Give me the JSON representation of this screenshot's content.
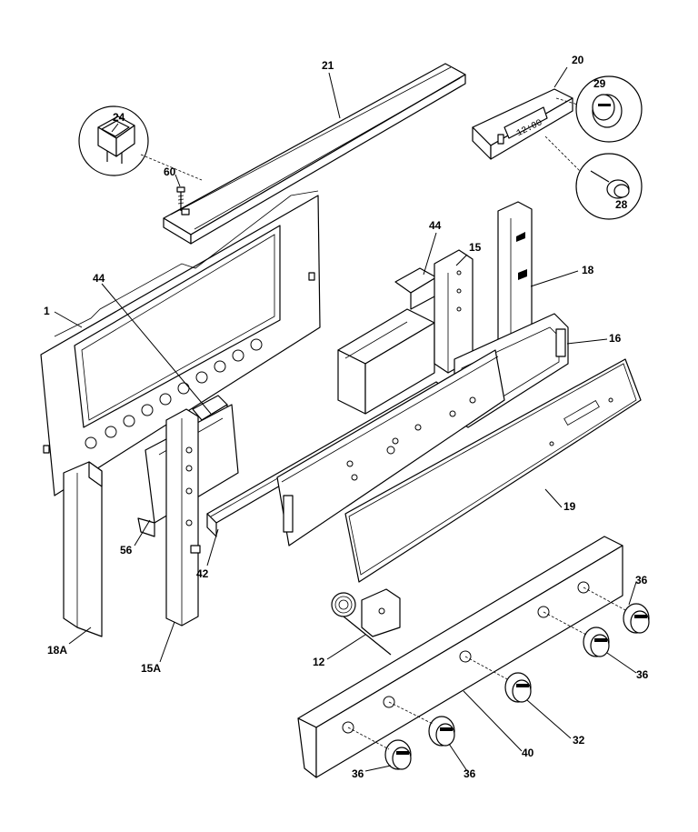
{
  "callouts": [
    {
      "id": "c21",
      "text": "21"
    },
    {
      "id": "c20",
      "text": "20"
    },
    {
      "id": "c29",
      "text": "29"
    },
    {
      "id": "c24",
      "text": "24"
    },
    {
      "id": "c28",
      "text": "28"
    },
    {
      "id": "c60",
      "text": "60"
    },
    {
      "id": "c44a",
      "text": "44"
    },
    {
      "id": "c44b",
      "text": "44"
    },
    {
      "id": "c15",
      "text": "15"
    },
    {
      "id": "c18",
      "text": "18"
    },
    {
      "id": "c1",
      "text": "1"
    },
    {
      "id": "c16",
      "text": "16"
    },
    {
      "id": "c19",
      "text": "19"
    },
    {
      "id": "c56",
      "text": "56"
    },
    {
      "id": "c42",
      "text": "42"
    },
    {
      "id": "c18a",
      "text": "18A"
    },
    {
      "id": "c15a",
      "text": "15A"
    },
    {
      "id": "c36a",
      "text": "36"
    },
    {
      "id": "c12",
      "text": "12"
    },
    {
      "id": "c36b",
      "text": "36"
    },
    {
      "id": "c32",
      "text": "32"
    },
    {
      "id": "c40",
      "text": "40"
    },
    {
      "id": "c36c",
      "text": "36"
    },
    {
      "id": "c36d",
      "text": "36"
    }
  ],
  "clock_display": "12:00"
}
